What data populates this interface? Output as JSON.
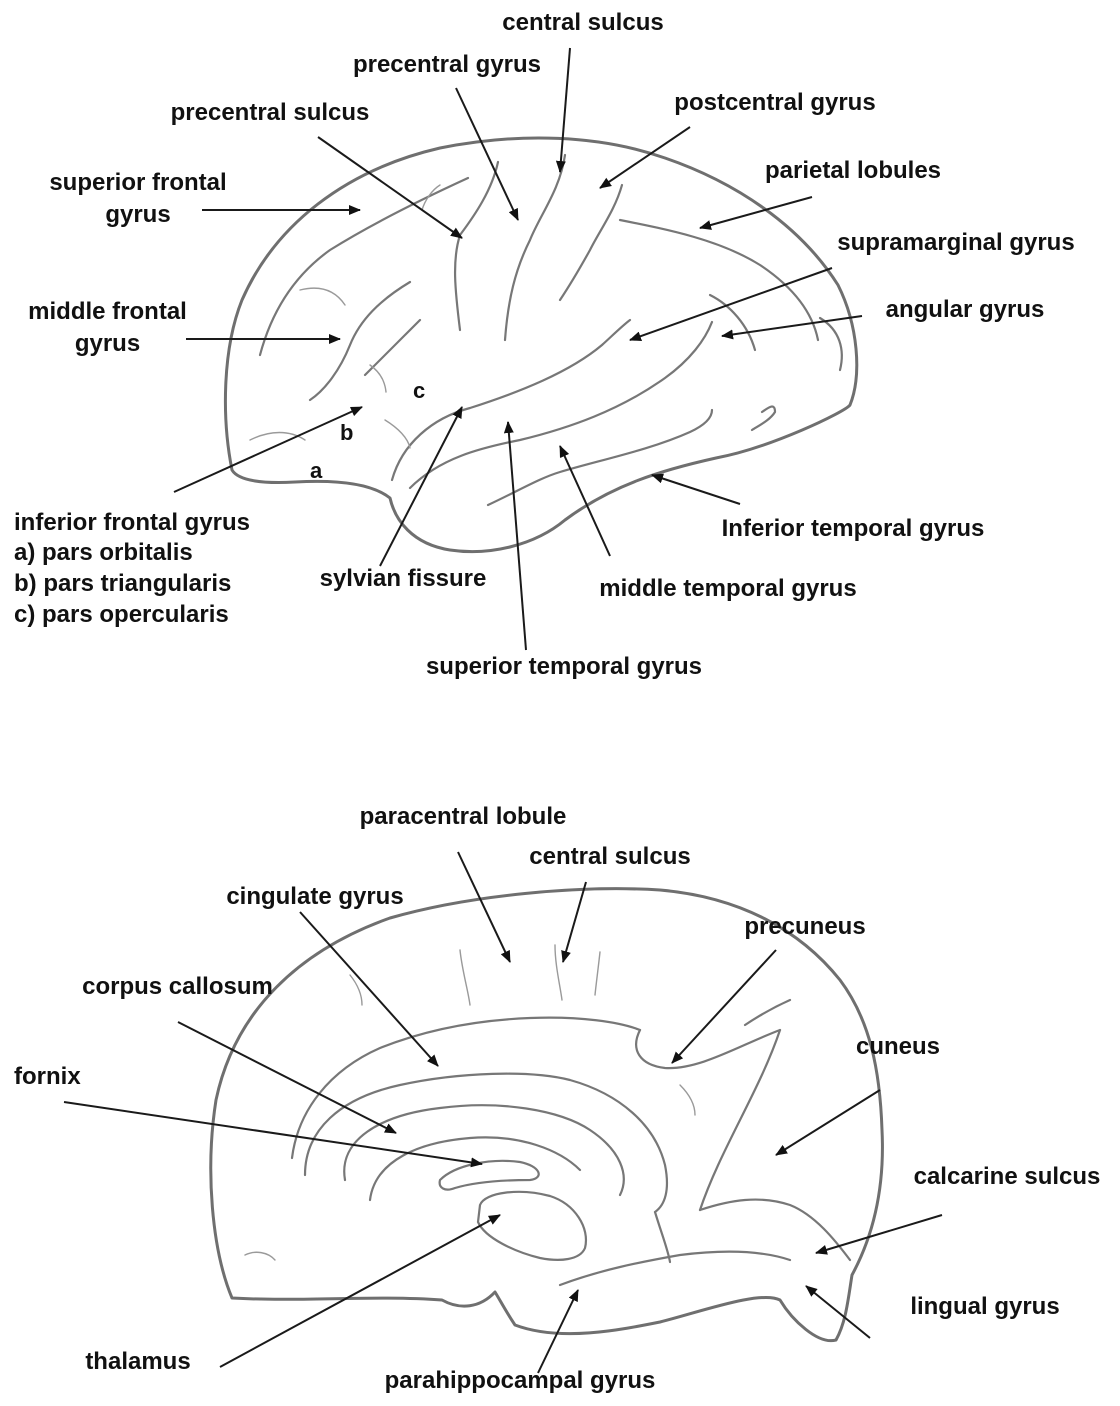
{
  "lateral": {
    "central_sulcus": "central sulcus",
    "precentral_gyrus": "precentral gyrus",
    "precentral_sulcus": "precentral sulcus",
    "postcentral_gyrus": "postcentral gyrus",
    "superior_frontal_gyrus": [
      "superior frontal",
      "gyrus"
    ],
    "parietal_lobules": "parietal lobules",
    "supramarginal_gyrus": "supramarginal gyrus",
    "middle_frontal_gyrus": [
      "middle frontal",
      "gyrus"
    ],
    "angular_gyrus": "angular gyrus",
    "letters": [
      "a",
      "b",
      "c"
    ],
    "inferior_frontal_gyrus": [
      "inferior frontal gyrus",
      "a) pars orbitalis",
      "b) pars triangularis",
      "c) pars opercularis"
    ],
    "sylvian_fissure": "sylvian fissure",
    "middle_temporal_gyrus": "middle temporal gyrus",
    "inferior_temporal_gyrus": "Inferior temporal gyrus",
    "superior_temporal_gyrus": "superior temporal gyrus"
  },
  "medial": {
    "paracentral_lobule": "paracentral lobule",
    "central_sulcus": "central sulcus",
    "cingulate_gyrus": "cingulate gyrus",
    "precuneus": "precuneus",
    "corpus_callosum": "corpus callosum",
    "cuneus": "cuneus",
    "fornix": "fornix",
    "calcarine_sulcus": "calcarine sulcus",
    "lingual_gyrus": "lingual gyrus",
    "thalamus": "thalamus",
    "parahippocampal_gyrus": "parahippocampal gyrus"
  }
}
